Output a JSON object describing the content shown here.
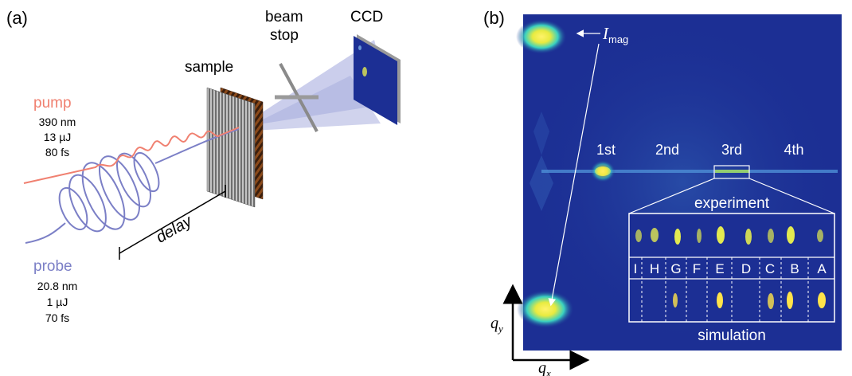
{
  "panel_a": {
    "label": "(a)",
    "pump": {
      "title": "pump",
      "wavelength": "390 nm",
      "energy": "13 µJ",
      "duration": "80 fs"
    },
    "probe": {
      "title": "probe",
      "wavelength": "20.8 nm",
      "energy": "1 µJ",
      "duration": "70 fs"
    },
    "delay_label": "delay",
    "sample_label": "sample",
    "beam_stop_line1": "beam",
    "beam_stop_line2": "stop",
    "ccd_label": "CCD"
  },
  "panel_b": {
    "label": "(b)",
    "i_mag": {
      "symbol": "I",
      "subscript": "mag"
    },
    "orders": [
      "1st",
      "2nd",
      "3rd",
      "4th"
    ],
    "experiment_label": "experiment",
    "simulation_label": "simulation",
    "domains": [
      "I",
      "H",
      "G",
      "F",
      "E",
      "D",
      "C",
      "B",
      "A"
    ],
    "axis_x": {
      "symbol": "q",
      "subscript": "x"
    },
    "axis_y": {
      "symbol": "q",
      "subscript": "y"
    }
  },
  "colors": {
    "pump": "#f08070",
    "probe": "#7b7fc6",
    "detector_bg": "#1c2f94",
    "speckle": "#ffe34a",
    "beam_cone": "#a9aedf"
  }
}
